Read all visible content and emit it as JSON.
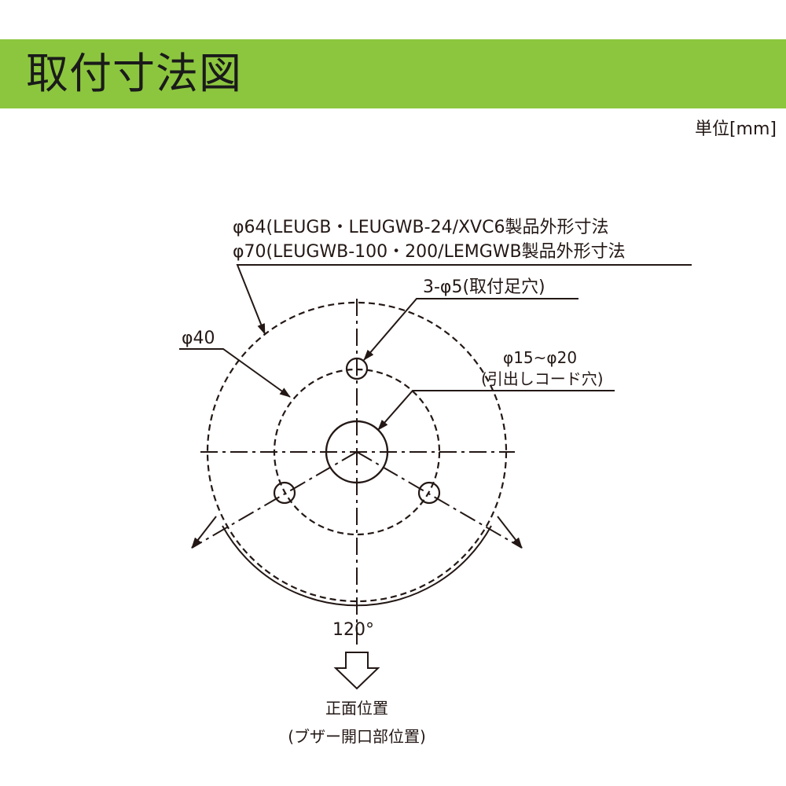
{
  "header": {
    "title": "取付寸法図"
  },
  "unit": "単位[mm]",
  "labels": {
    "outer_dia_1": "φ64(LEUGB・LEUGWB-24/XVC6製品外形寸法",
    "outer_dia_2": "φ70(LEUGWB-100・200/LEMGWB製品外形寸法",
    "pcd": "φ40",
    "holes": "3-φ5(取付足穴)",
    "cord_dia": "φ15~φ20",
    "cord_desc": "(引出しコード穴)",
    "angle": "120°",
    "front_1": "正面位置",
    "front_2": "(ブザー開口部位置)"
  },
  "colors": {
    "header_bg": "#8cc63f",
    "line": "#231815"
  }
}
